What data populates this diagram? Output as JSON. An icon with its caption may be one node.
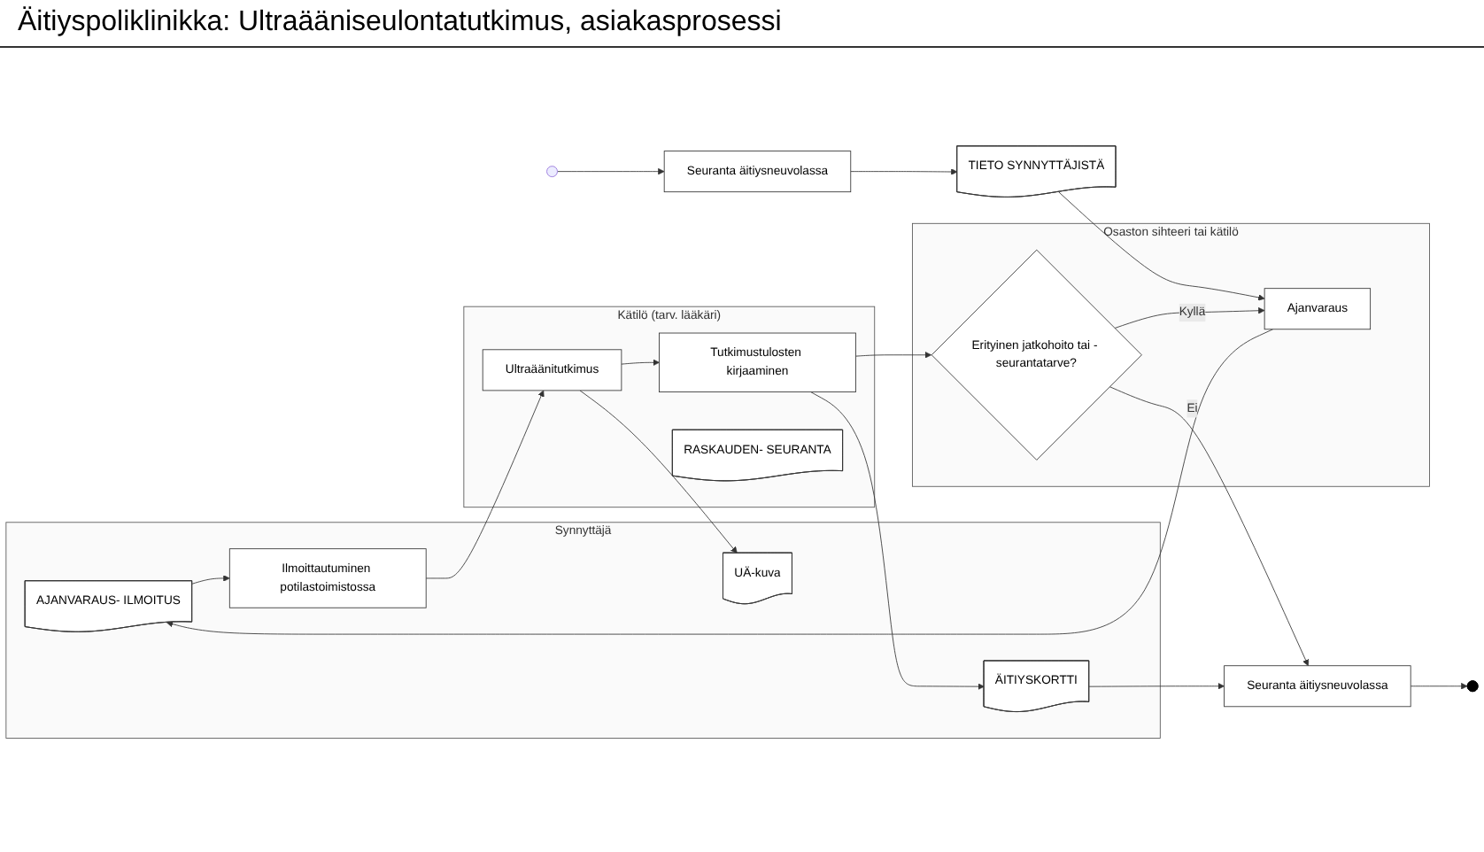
{
  "diagram": {
    "title": "Äitiyspoliklinikka: Ultraääniseulontatutkimus, asiakasprosessi",
    "nodes": [
      {
        "text": [
          "Synnyttäjä"
        ]
      },
      {
        "text": [
          "AJANVARAUS- ILMOITUS"
        ],
        "in": 0
      },
      {
        "text": [
          "Ilmoittautuminen potilastoimistossa"
        ],
        "in": 0
      },
      {
        "text": [
          "UÄ-kuva"
        ],
        "in": 0
      },
      {
        "text": [
          "ÄITIYSKORTTI"
        ],
        "in": 0
      },
      {
        "text": [
          "Kätilö (tarv. lääkäri)"
        ]
      },
      {
        "text": [
          "Ultraäänitutkimus"
        ],
        "in": 5
      },
      {
        "text": [
          "Tutkimustulosten kirjaaminen"
        ],
        "in": 5
      },
      {
        "text": [
          "RASKAUDEN- SEURANTA"
        ],
        "in": 5
      },
      {
        "text": [
          "Osaston sihteeri tai kätilö"
        ]
      },
      {
        "text": [
          "Ajanvaraus"
        ],
        "in": 9
      },
      {
        "text": [
          "Erityinen jatkohoito tai - seurantatarve?"
        ],
        "in": 9
      },
      {
        "text": [
          "TIETO SYNNYTTÄJISTÄ"
        ]
      },
      {
        "text": [
          "Seuranta äitiysneuvolassa"
        ]
      },
      {
        "text": [],
        "shape": "circle"
      },
      {
        "text": [
          "Seuranta äitiysneuvolassa"
        ]
      },
      {
        "text": [],
        "shape": "circle"
      }
    ],
    "edges": [
      {
        "from": 14,
        "to": 13,
        "arrow": "to"
      },
      {
        "from": 13,
        "to": 12,
        "arrow": "to"
      },
      {
        "from": 12,
        "to": 10,
        "arrow": "to"
      },
      {
        "from": 10,
        "to": 1,
        "arrow": "to"
      },
      {
        "from": 1,
        "to": 2,
        "arrow": "to"
      },
      {
        "from": 2,
        "to": 6,
        "arrow": "to"
      },
      {
        "from": 6,
        "to": 3,
        "arrow": "to"
      },
      {
        "from": 6,
        "to": 7,
        "arrow": "to"
      },
      {
        "from": 7,
        "to": 4,
        "arrow": "to"
      },
      {
        "from": 7,
        "to": 11,
        "arrow": "to"
      },
      {
        "from": 11,
        "to": 10,
        "arrow": "to",
        "label": "Kyllä"
      },
      {
        "from": 11,
        "to": 15,
        "arrow": "to",
        "label": "Ei"
      },
      {
        "from": 4,
        "to": 15,
        "arrow": "to"
      },
      {
        "from": 15,
        "to": 16,
        "arrow": "to"
      }
    ]
  }
}
